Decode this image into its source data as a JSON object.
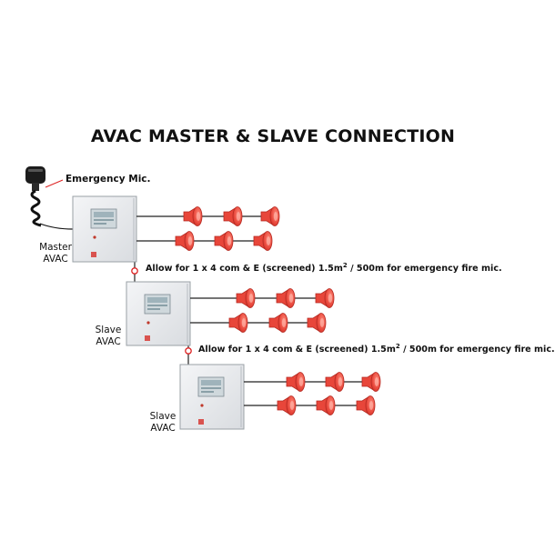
{
  "title": "AVAC MASTER & SLAVE CONNECTION",
  "microphone": {
    "label": "Emergency Mic.",
    "icon": "handheld-microphone-icon"
  },
  "units": [
    {
      "id": "master",
      "line1": "Master",
      "line2": "AVAC"
    },
    {
      "id": "slave1",
      "line1": "Slave",
      "line2": "AVAC"
    },
    {
      "id": "slave2",
      "line1": "Slave",
      "line2": "AVAC"
    }
  ],
  "cable_notes": [
    {
      "prefix": "Allow for 1 x 4 com & E (screened) 1.5m",
      "sup": "2",
      "suffix": " / 500m for emergency fire mic."
    },
    {
      "prefix": "Allow for 1 x 4 com & E (screened) 1.5m",
      "sup": "2",
      "suffix": " / 500m for emergency fire mic."
    }
  ],
  "speaker_icon": "loudspeaker-horn-icon",
  "colors": {
    "speaker": "#e8463a",
    "speaker_dark": "#b52a22",
    "panel": "#e9ebee",
    "panel_edge": "#9aa0a6",
    "wire": "#222222",
    "connector": "#d22"
  }
}
